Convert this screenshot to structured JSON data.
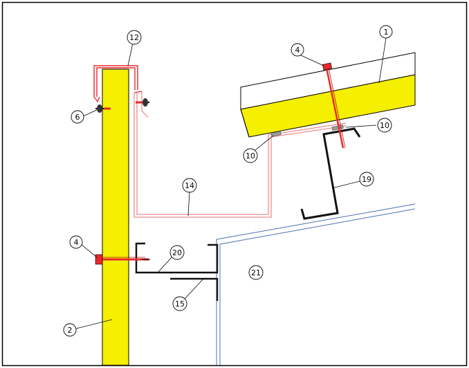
{
  "colors": {
    "background": "#ffffff",
    "frame": "#000000",
    "insulation": "#f5ef00",
    "flashing": "#e8282b",
    "flashing_light": "#f08a8a",
    "steel": "#111111",
    "wall_outline": "#4a6fb3",
    "sealant": "#9a9a9a"
  },
  "callouts": [
    {
      "id": "c1",
      "label": "1"
    },
    {
      "id": "c2",
      "label": "2"
    },
    {
      "id": "c4a",
      "label": "4"
    },
    {
      "id": "c4b",
      "label": "4"
    },
    {
      "id": "c6",
      "label": "6"
    },
    {
      "id": "c10a",
      "label": "10"
    },
    {
      "id": "c10b",
      "label": "10"
    },
    {
      "id": "c12",
      "label": "12"
    },
    {
      "id": "c14",
      "label": "14"
    },
    {
      "id": "c15",
      "label": "15"
    },
    {
      "id": "c19",
      "label": "19"
    },
    {
      "id": "c20",
      "label": "20"
    },
    {
      "id": "c21",
      "label": "21"
    }
  ]
}
